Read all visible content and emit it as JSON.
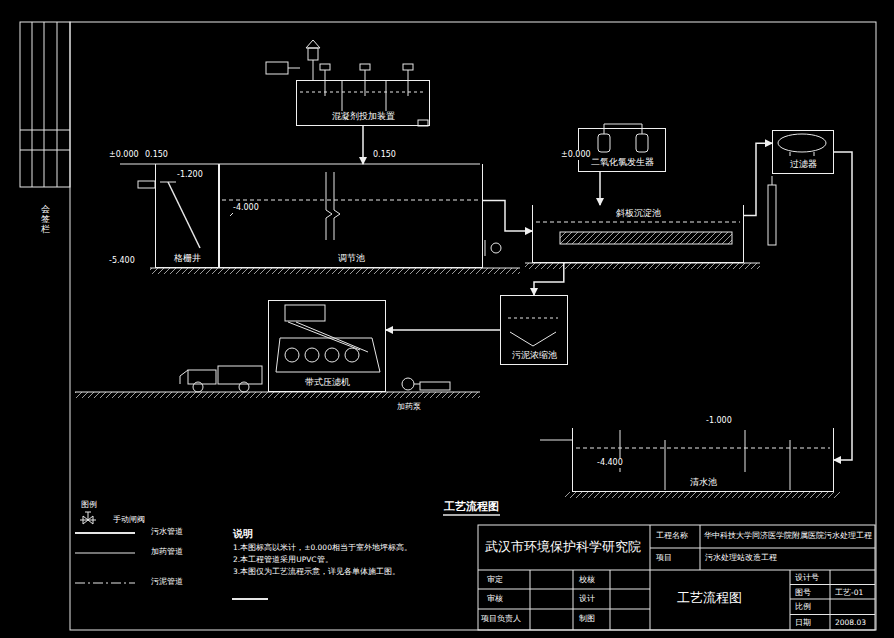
{
  "diagram": {
    "nodes": [
      {
        "text": [
          "格栅井"
        ]
      },
      {
        "text": [
          "调节池"
        ]
      },
      {
        "text": [
          "混凝剂投加装置"
        ]
      },
      {
        "text": [
          "二氧化氯发生器"
        ]
      },
      {
        "text": [
          "斜板沉淀池"
        ]
      },
      {
        "text": [
          "过滤器"
        ]
      },
      {
        "text": [
          "污泥浓缩池"
        ]
      },
      {
        "text": [
          "带式压滤机"
        ]
      },
      {
        "text": [
          "清水池"
        ]
      }
    ],
    "edges": [
      {
        "from": 2,
        "to": 1,
        "arrow": "to"
      },
      {
        "from": 1,
        "to": 4,
        "arrow": "to"
      },
      {
        "from": 3,
        "to": 4,
        "arrow": "to"
      },
      {
        "from": 4,
        "to": 5,
        "arrow": "to"
      },
      {
        "from": 5,
        "to": 8,
        "arrow": "to"
      },
      {
        "from": 4,
        "to": 6,
        "arrow": "to"
      },
      {
        "from": 6,
        "to": 7,
        "arrow": "to"
      }
    ],
    "labels": [
      "±0.000",
      "0.150",
      "-1.200",
      "-4.000",
      "-5.400",
      "0.150",
      "±0.000",
      "-1.000",
      "-4.400",
      "加药泵",
      "工艺流程图",
      "说明",
      "1.本图标高以米计，±0.000相当于室外地坪标高。",
      "2.本工程管道采用UPVC管。",
      "3.本图仅为工艺流程示意，详见各单体施工图。",
      "武汉市环境保护科学研究院",
      "工程名称",
      "华中科技大学同济医学院附属医院污水处理工程",
      "项目",
      "污水处理站改造工程",
      "审定",
      "审核",
      "项目负责人",
      "校核",
      "设计",
      "制图",
      "工艺流程图",
      "设计号",
      "图号",
      "工艺-01",
      "比例",
      "日期",
      "2008.03",
      "图例",
      "会签栏"
    ],
    "legend": [
      {
        "text": "手动闸阀"
      },
      {
        "text": "污水管道"
      },
      {
        "text": "加药管道"
      },
      {
        "text": "污泥管道"
      }
    ]
  }
}
